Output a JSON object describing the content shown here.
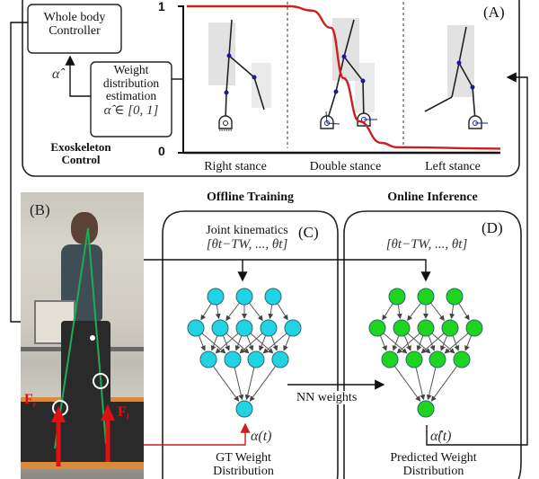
{
  "panel_a": {
    "tag": "(A)",
    "controller_box": {
      "line1": "Whole body",
      "line2": "Controller"
    },
    "alpha_hat": "α̂",
    "estimation_box": {
      "line1": "Weight",
      "line2": "distribution",
      "line3": "estimation",
      "line4": "α̂ ∈ [0, 1]"
    },
    "section_label": {
      "line1": "Exoskeleton",
      "line2": "Control"
    },
    "y_axis_top": "1",
    "y_axis_bottom": "0",
    "phases": [
      "Right stance",
      "Double stance",
      "Left stance"
    ]
  },
  "panel_b": {
    "tag": "(B)",
    "force_right": "F",
    "force_right_sub": "r",
    "force_left": "F",
    "force_left_sub": "l"
  },
  "panel_c": {
    "section_title": "Offline Training",
    "tag": "(C)",
    "input_label": "Joint kinematics",
    "input_math": "[θt−TW, ..., θt]",
    "output_math": "α(t)",
    "output_label_line1": "GT Weight",
    "output_label_line2": "Distribution"
  },
  "panel_d": {
    "section_title": "Online Inference",
    "tag": "(D)",
    "input_math": "[θt−TW, ..., θt]",
    "output_math": "α̂(t)",
    "output_label_line1": "Predicted Weight",
    "output_label_line2": "Distribution"
  },
  "transfer_label": "NN weights",
  "colors": {
    "curve": "#cc1f1f",
    "nn_training": "#22d3e6",
    "nn_inference": "#1fd41f",
    "skeleton": "#1a1a1a",
    "joint": "#1a1aa0",
    "force_arrow": "#e01010",
    "leg_line": "#1faa55"
  },
  "chart_data": {
    "type": "line",
    "title": "",
    "xlabel": "",
    "ylabel": "",
    "ylim": [
      0,
      1
    ],
    "categories": [
      "Right stance",
      "Double stance",
      "Left stance"
    ],
    "series": [
      {
        "name": "weight distribution α",
        "x": [
          0,
          0.33,
          0.4,
          0.46,
          0.5,
          0.55,
          0.62,
          0.67,
          1.0
        ],
        "y": [
          1,
          1,
          0.97,
          0.85,
          0.5,
          0.2,
          0.05,
          0.02,
          0.01
        ]
      }
    ]
  }
}
